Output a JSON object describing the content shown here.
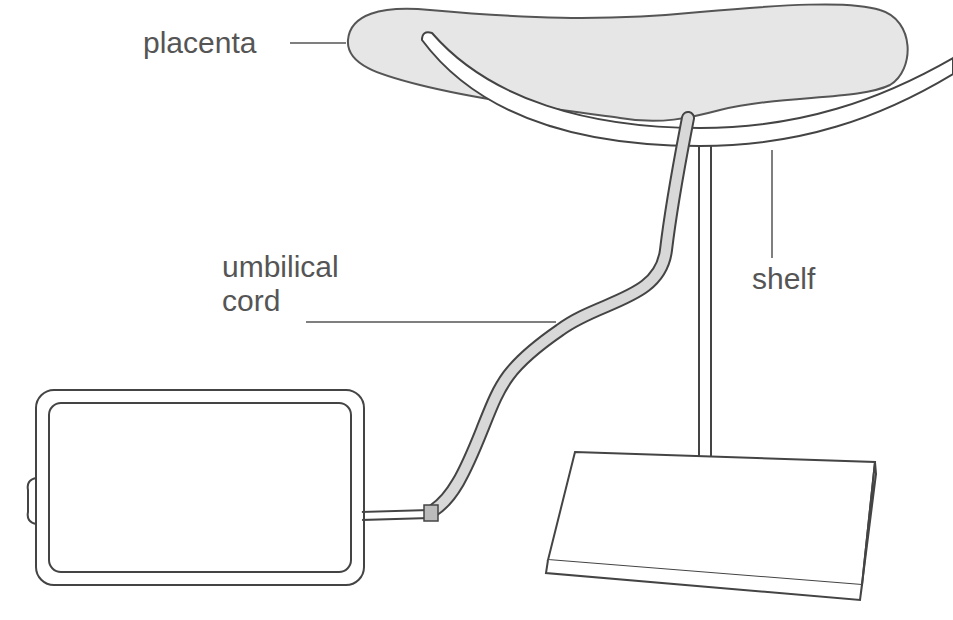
{
  "diagram": {
    "labels": [
      "placenta",
      "umbilical cord",
      "shelf"
    ]
  }
}
